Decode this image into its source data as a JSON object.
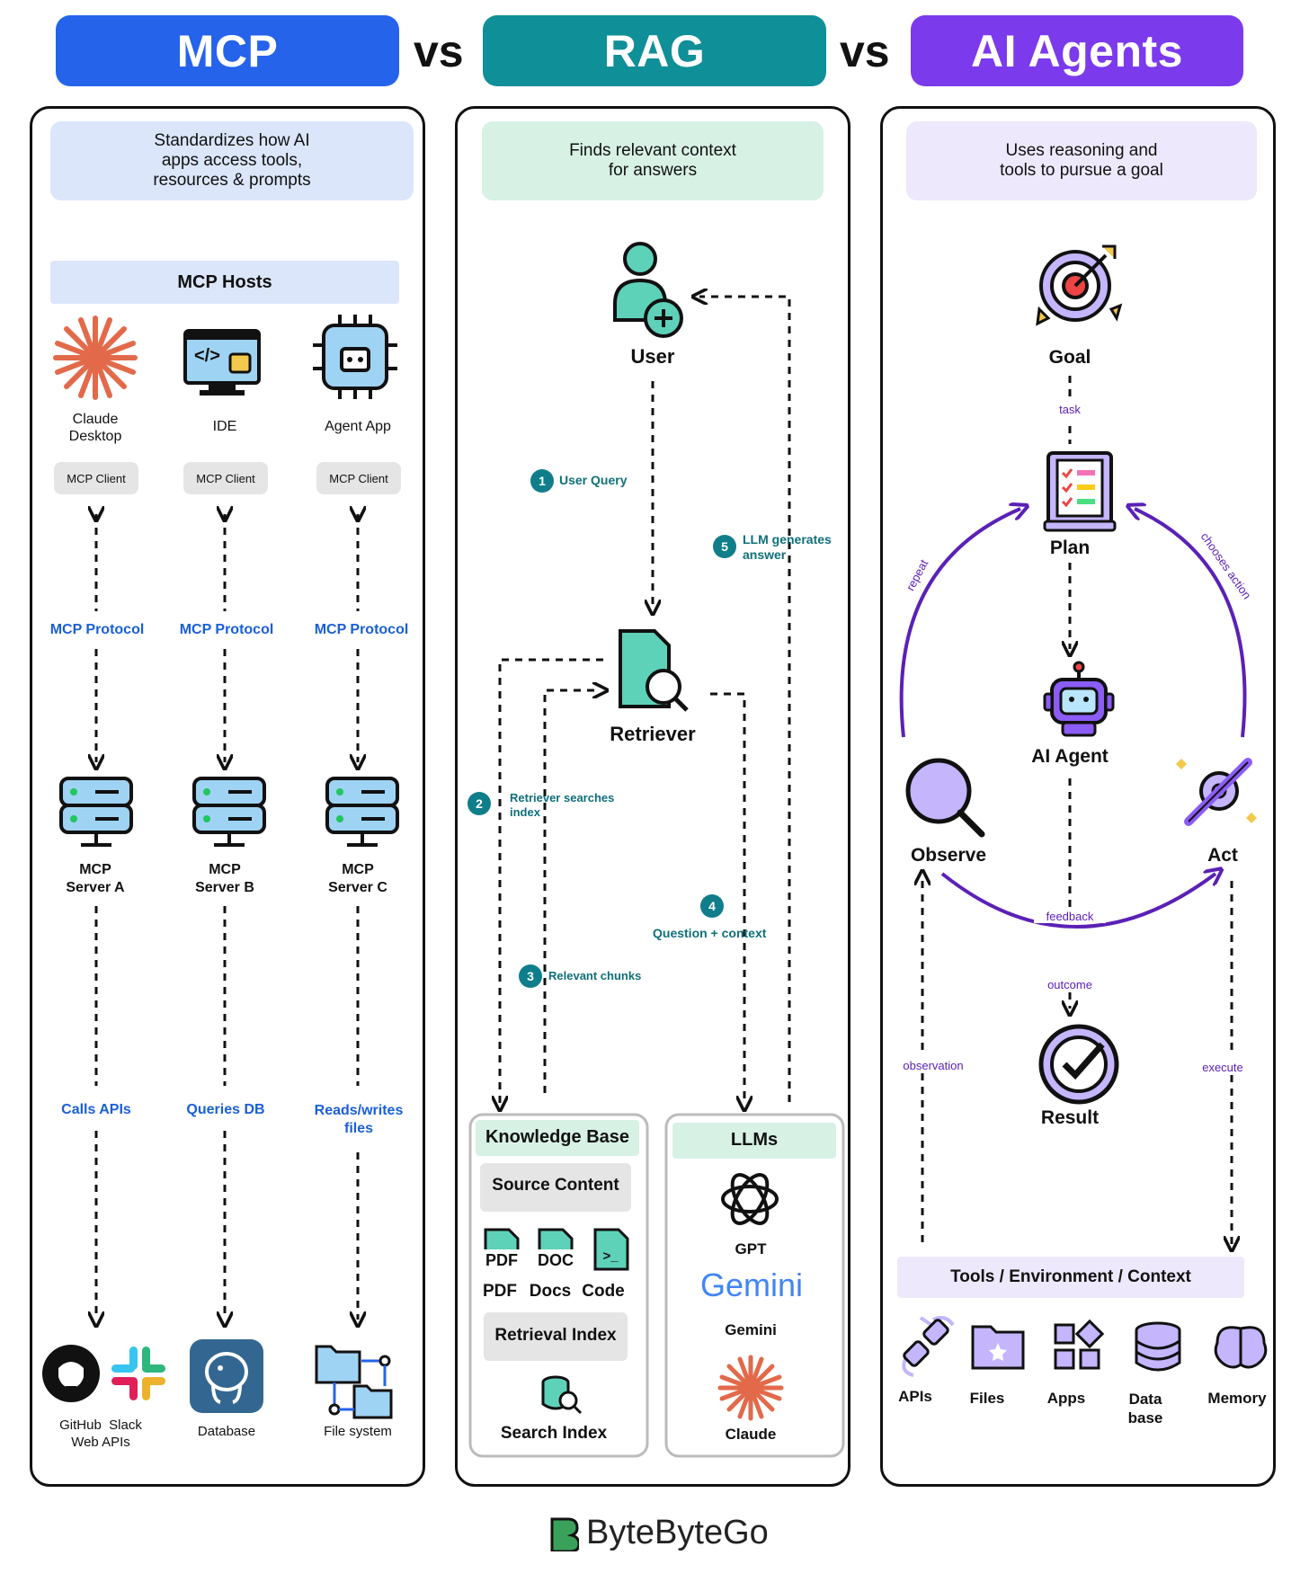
{
  "headers": {
    "mcp": "MCP",
    "vs1": "vs",
    "rag": "RAG",
    "vs2": "vs",
    "agents": "AI Agents"
  },
  "colors": {
    "mcp": "#2563eb",
    "rag": "#0f8f98",
    "agents": "#7c3aed",
    "mcp_light": "#dbe6fb",
    "rag_light": "#d7f1e5",
    "agents_light": "#eee8fc"
  },
  "mcp": {
    "description": [
      "Standardizes how AI",
      "apps access tools,",
      "resources & prompts"
    ],
    "hosts_title": "MCP Hosts",
    "hosts": [
      {
        "name": "Claude Desktop",
        "line1": "Claude",
        "line2": "Desktop",
        "client": "MCP Client",
        "protocol": "MCP Protocol",
        "server1": "MCP",
        "server2": "Server A",
        "action": "Calls APIs",
        "action2": "",
        "bottom": "GitHub  Slack",
        "bottom2": "Web APIs",
        "icon": "claude-icon"
      },
      {
        "name": "IDE",
        "line1": "IDE",
        "line2": "",
        "client": "MCP Client",
        "protocol": "MCP Protocol",
        "server1": "MCP",
        "server2": "Server B",
        "action": "Queries DB",
        "action2": "",
        "bottom": "Database",
        "bottom2": "",
        "icon": "ide-icon"
      },
      {
        "name": "Agent App",
        "line1": "Agent App",
        "line2": "",
        "client": "MCP Client",
        "protocol": "MCP Protocol",
        "server1": "MCP",
        "server2": "Server C",
        "action": "Reads/writes",
        "action2": "files",
        "bottom": "File system",
        "bottom2": "",
        "icon": "agent-app-icon"
      }
    ]
  },
  "rag": {
    "description": [
      "Finds relevant context",
      "for answers"
    ],
    "user": "User",
    "retriever": "Retriever",
    "steps": [
      {
        "n": "1",
        "text": "User Query"
      },
      {
        "n": "2",
        "text": "Retriever searches",
        "text2": "index"
      },
      {
        "n": "3",
        "text": "Relevant chunks"
      },
      {
        "n": "4",
        "text": "Question + context"
      },
      {
        "n": "5",
        "text": "LLM generates",
        "text2": "answer"
      }
    ],
    "kb": {
      "title": "Knowledge Base",
      "source": "Source Content",
      "files": [
        "PDF",
        "Docs",
        "Code"
      ],
      "file_icons": [
        "PDF",
        "DOC",
        ">_"
      ],
      "retrieval": "Retrieval Index",
      "search": "Search Index"
    },
    "llms": {
      "title": "LLMs",
      "models": [
        "GPT",
        "Gemini",
        "Claude"
      ],
      "gemini_logo": "Gemini"
    }
  },
  "agents": {
    "description": [
      "Uses reasoning and",
      "tools to pursue a goal"
    ],
    "goal": "Goal",
    "task": "task",
    "plan": "Plan",
    "agent": "AI Agent",
    "observe": "Observe",
    "act": "Act",
    "result": "Result",
    "repeat": "repeat",
    "chooses": "chooses action",
    "feedback": "feedback",
    "outcome": "outcome",
    "observation": "observation",
    "execute": "execute",
    "tools_title": "Tools / Environment / Context",
    "tools": [
      {
        "l1": "APIs",
        "l2": ""
      },
      {
        "l1": "Files",
        "l2": ""
      },
      {
        "l1": "Apps",
        "l2": ""
      },
      {
        "l1": "Data",
        "l2": "base"
      },
      {
        "l1": "Memory",
        "l2": ""
      }
    ]
  },
  "footer": {
    "brand": "ByteByteGo"
  }
}
